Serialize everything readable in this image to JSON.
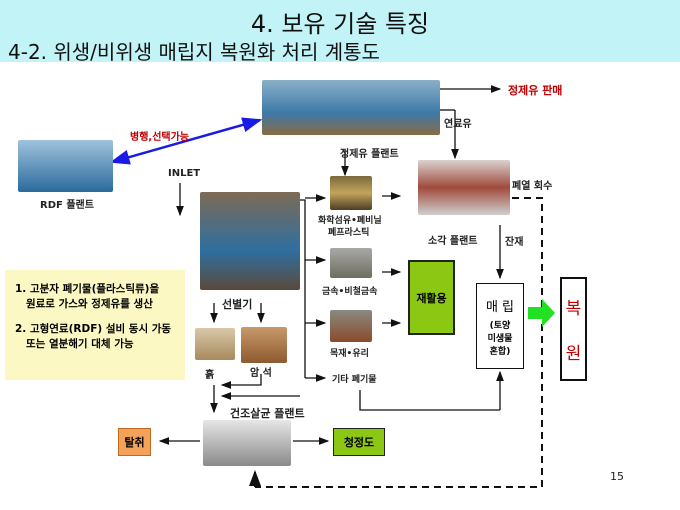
{
  "header": {
    "title": "4. 보유 기술 특징",
    "subtitle": "4-2. 위생/비위생 매립지  복원화 처리 계통도"
  },
  "labels": {
    "oil_plant": "정제유 플랜트",
    "oil_sale": "정제유 판매",
    "fuel_oil": "연료유",
    "parallel": "병행,선택가능",
    "rdf_plant": "RDF 플랜트",
    "inlet": "INLET",
    "sorter": "선별기",
    "item1a": "화학섬유•폐비닐",
    "item1b": "폐프라스틱",
    "item2": "금속•비철금속",
    "item3": "목재•유리",
    "item4": "기타 폐기물",
    "incinerator": "소각 플랜트",
    "heat_recovery": "폐열 회수",
    "residue": "잔재",
    "recycle": "재활용",
    "landfill": "매 립",
    "landfill_sub1": "(토양",
    "landfill_sub2": "미생물",
    "landfill_sub3": "혼합)",
    "restore1": "복",
    "restore2": "원",
    "soil": "흙",
    "rock": "암 석",
    "dry_plant": "건조살균 플랜트",
    "deodor": "탈취",
    "clean_soil": "청정도",
    "page": "15"
  },
  "note": {
    "line1a": "1. 고분자 폐기물(플라스틱류)을",
    "line1b": "원료로 가스와 정제유를 생산",
    "line2a": "2. 고형연료(RDF) 설비 동시 가동",
    "line2b": "또는 열분해기 대체 가능"
  },
  "colors": {
    "header": "#c2f3f7",
    "red": "#c00000",
    "green": "#8cc813",
    "orange": "#f4a259",
    "note": "#fbf8c4"
  }
}
